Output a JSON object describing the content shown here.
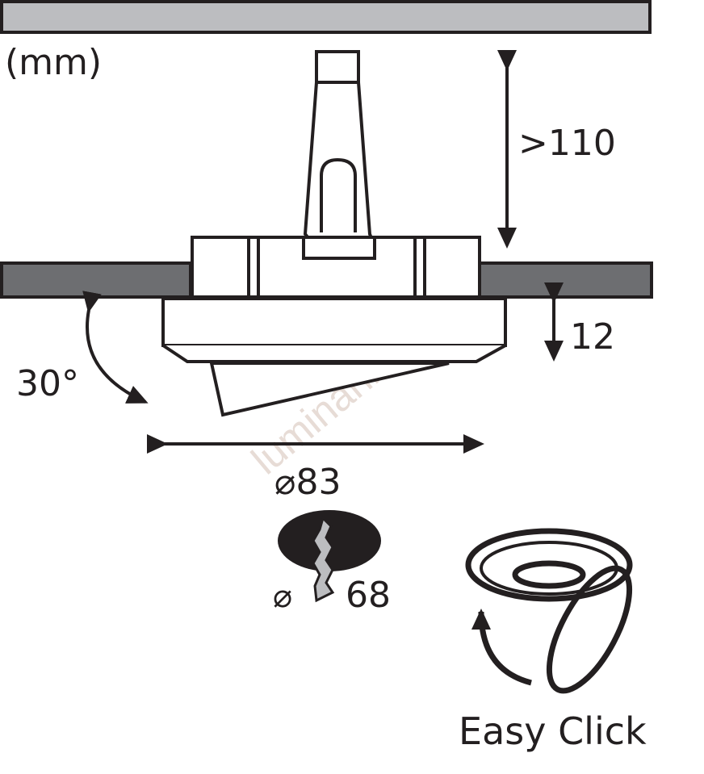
{
  "units_label": "(mm)",
  "dimensions": {
    "height_clearance": ">110",
    "visible_height": "12",
    "tilt_angle": "30°",
    "outer_diameter": "⌀83",
    "cutout_symbol": "⌀",
    "cutout_diameter": "68"
  },
  "feature_label": "Easy Click",
  "watermark": "luminania.fr",
  "colors": {
    "ink": "#231f20",
    "ceiling_fill": "#6d6e71",
    "top_bar_fill": "#bcbdc0",
    "watermark": "#e7dcd6"
  }
}
